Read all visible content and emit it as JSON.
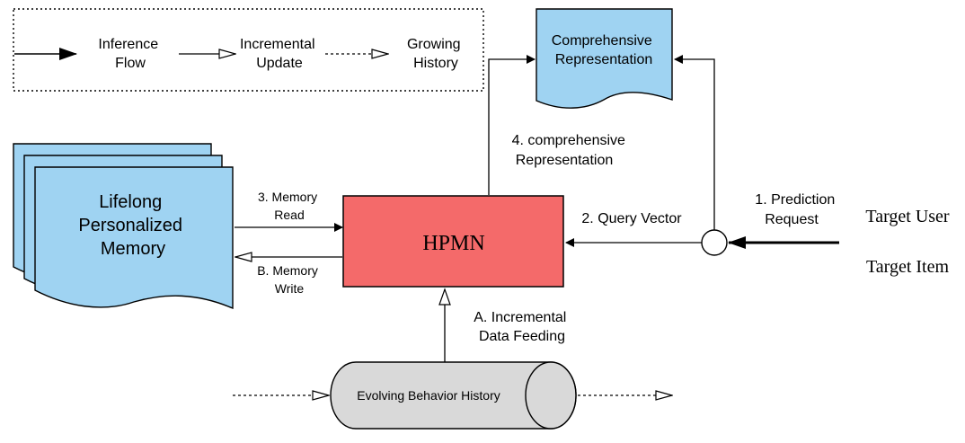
{
  "legend": {
    "inference_flow": [
      "Inference",
      "Flow"
    ],
    "incremental_update": [
      "Incremental",
      "Update"
    ],
    "growing_history": [
      "Growing",
      "History"
    ]
  },
  "comprehensive_representation": [
    "Comprehensive",
    "Representation"
  ],
  "comprehensive_edge_label": [
    "4. comprehensive",
    "Representation"
  ],
  "lifelong_memory": [
    "Lifelong",
    "Personalized",
    "Memory"
  ],
  "memory_read_label": [
    "3. Memory",
    "Read"
  ],
  "memory_write_label": [
    "B. Memory",
    "Write"
  ],
  "hpmn_label": "HPMN",
  "query_vector_label": "2. Query Vector",
  "prediction_request_label": [
    "1. Prediction",
    "Request"
  ],
  "target_user": "Target User",
  "target_item": "Target Item",
  "incremental_feeding_label": [
    "A. Incremental",
    "Data Feeding"
  ],
  "evolving_history_label": "Evolving Behavior History",
  "colors": {
    "memory_fill": "#9fd3f2",
    "hpmn_fill": "#f46a6a",
    "cylinder_fill": "#d9d9d9",
    "stroke": "#000000"
  }
}
